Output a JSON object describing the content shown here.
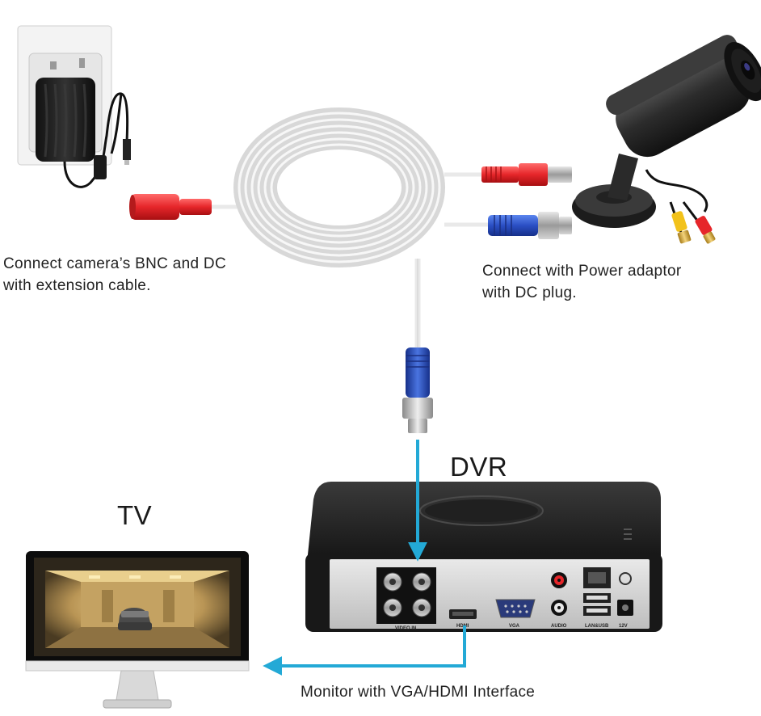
{
  "labels": {
    "camera_extension": "Connect camera’s BNC and DC\nwith extension cable.",
    "power_adaptor": "Connect with Power adaptor\nwith DC plug.",
    "dvr": "DVR",
    "tv": "TV",
    "monitor": "Monitor with VGA/HDMI Interface"
  },
  "dvr_ports": {
    "video_in": "VIDEO IN",
    "hdmi": "HDMI",
    "vga": "VGA",
    "audio": "AUDIO",
    "lan_usb": "LAN&USB",
    "power": "12V"
  },
  "colors": {
    "arrow": "#23a9d6",
    "bnc_blue": "#2b4fc4",
    "dc_red": "#e6262a",
    "cable": "#f2f2f2",
    "dvr_body": "#1c1c1c"
  }
}
